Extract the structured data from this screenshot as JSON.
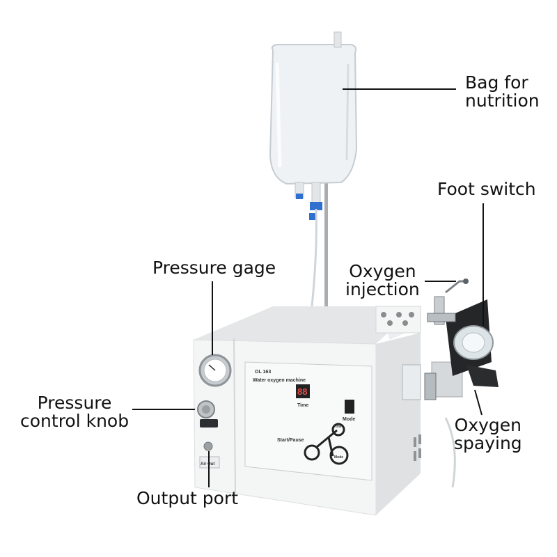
{
  "callouts": {
    "bag": [
      "Bag for",
      "nutrition"
    ],
    "foot_switch": "Foot switch",
    "pressure_gage": "Pressure gage",
    "oxygen_injection": [
      "Oxygen",
      "injection"
    ],
    "pressure_knob": [
      "Pressure",
      "control knob"
    ],
    "oxygen_spraying": [
      "Oxygen",
      "spaying"
    ],
    "output_port": "Output port"
  },
  "device_panel": {
    "model": "OL 163",
    "product": "Water oxygen machine",
    "display_time": "88",
    "time_label": "Time",
    "mode_label": "Mode",
    "start_pause": "Start/Pause",
    "dial_time": "Time",
    "dial_mode": "Mode",
    "air_out": "Air Out"
  },
  "colors": {
    "body": "#f2f3f3",
    "shadow": "#d9dadb",
    "bag": "#e9eef1",
    "accent_blue": "#2f6fd0",
    "leader_line": "#111111",
    "display": "#222222"
  }
}
